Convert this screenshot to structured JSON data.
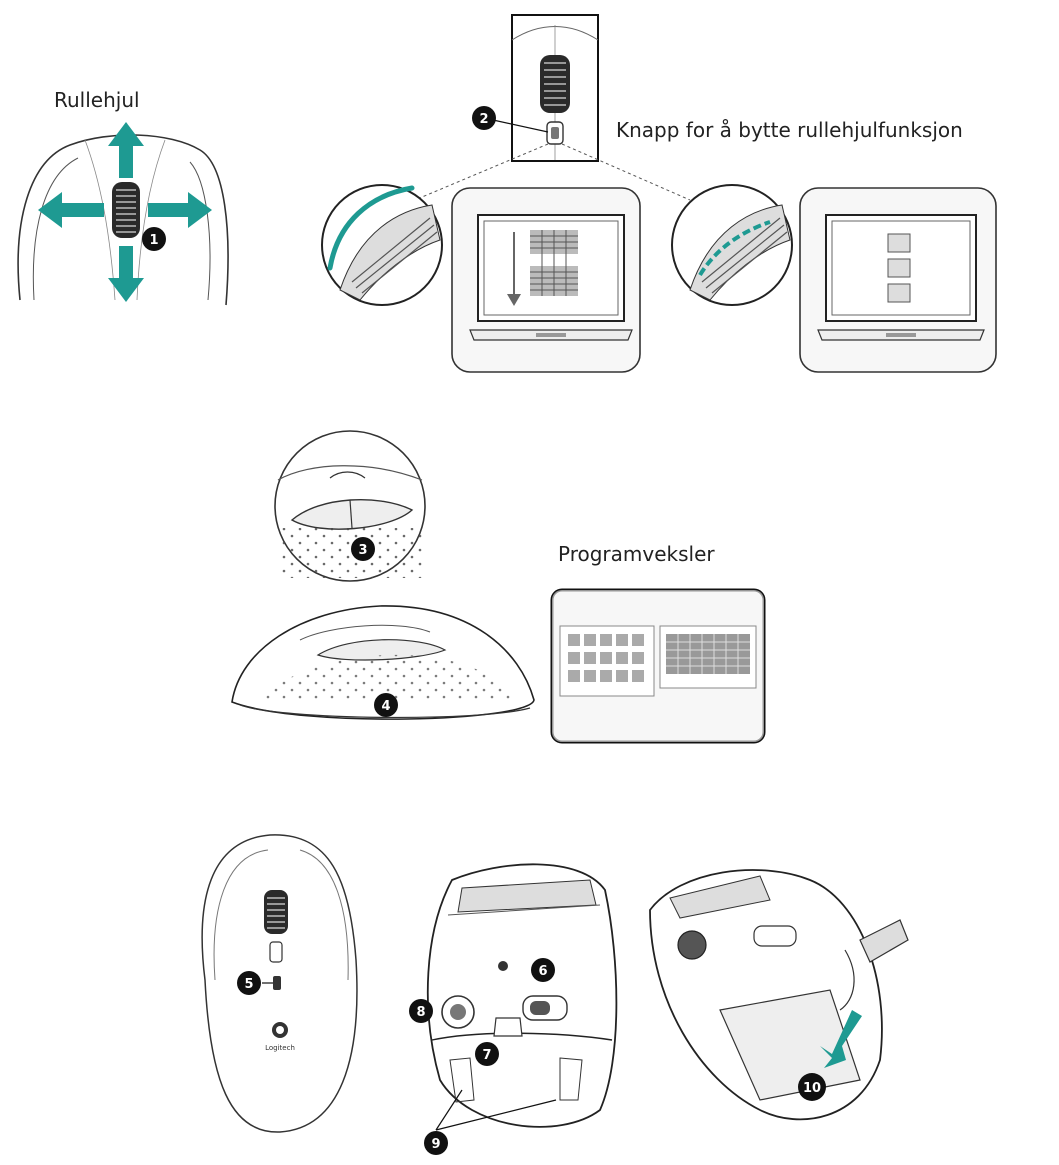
{
  "labels": {
    "scroll_wheel": "Rullehjul",
    "scroll_mode_button": "Knapp for å bytte rullehjulfunksjon",
    "app_switcher": "Programveksler"
  },
  "callouts": {
    "c1": "1",
    "c2": "2",
    "c3": "3",
    "c4": "4",
    "c5": "5",
    "c6": "6",
    "c7": "7",
    "c8": "8",
    "c9": "9",
    "c10": "10"
  },
  "device_logo": "Logitech",
  "colors": {
    "accent_teal": "#1e9a92",
    "line": "#1a1a1a",
    "callout_fill": "#111111"
  }
}
